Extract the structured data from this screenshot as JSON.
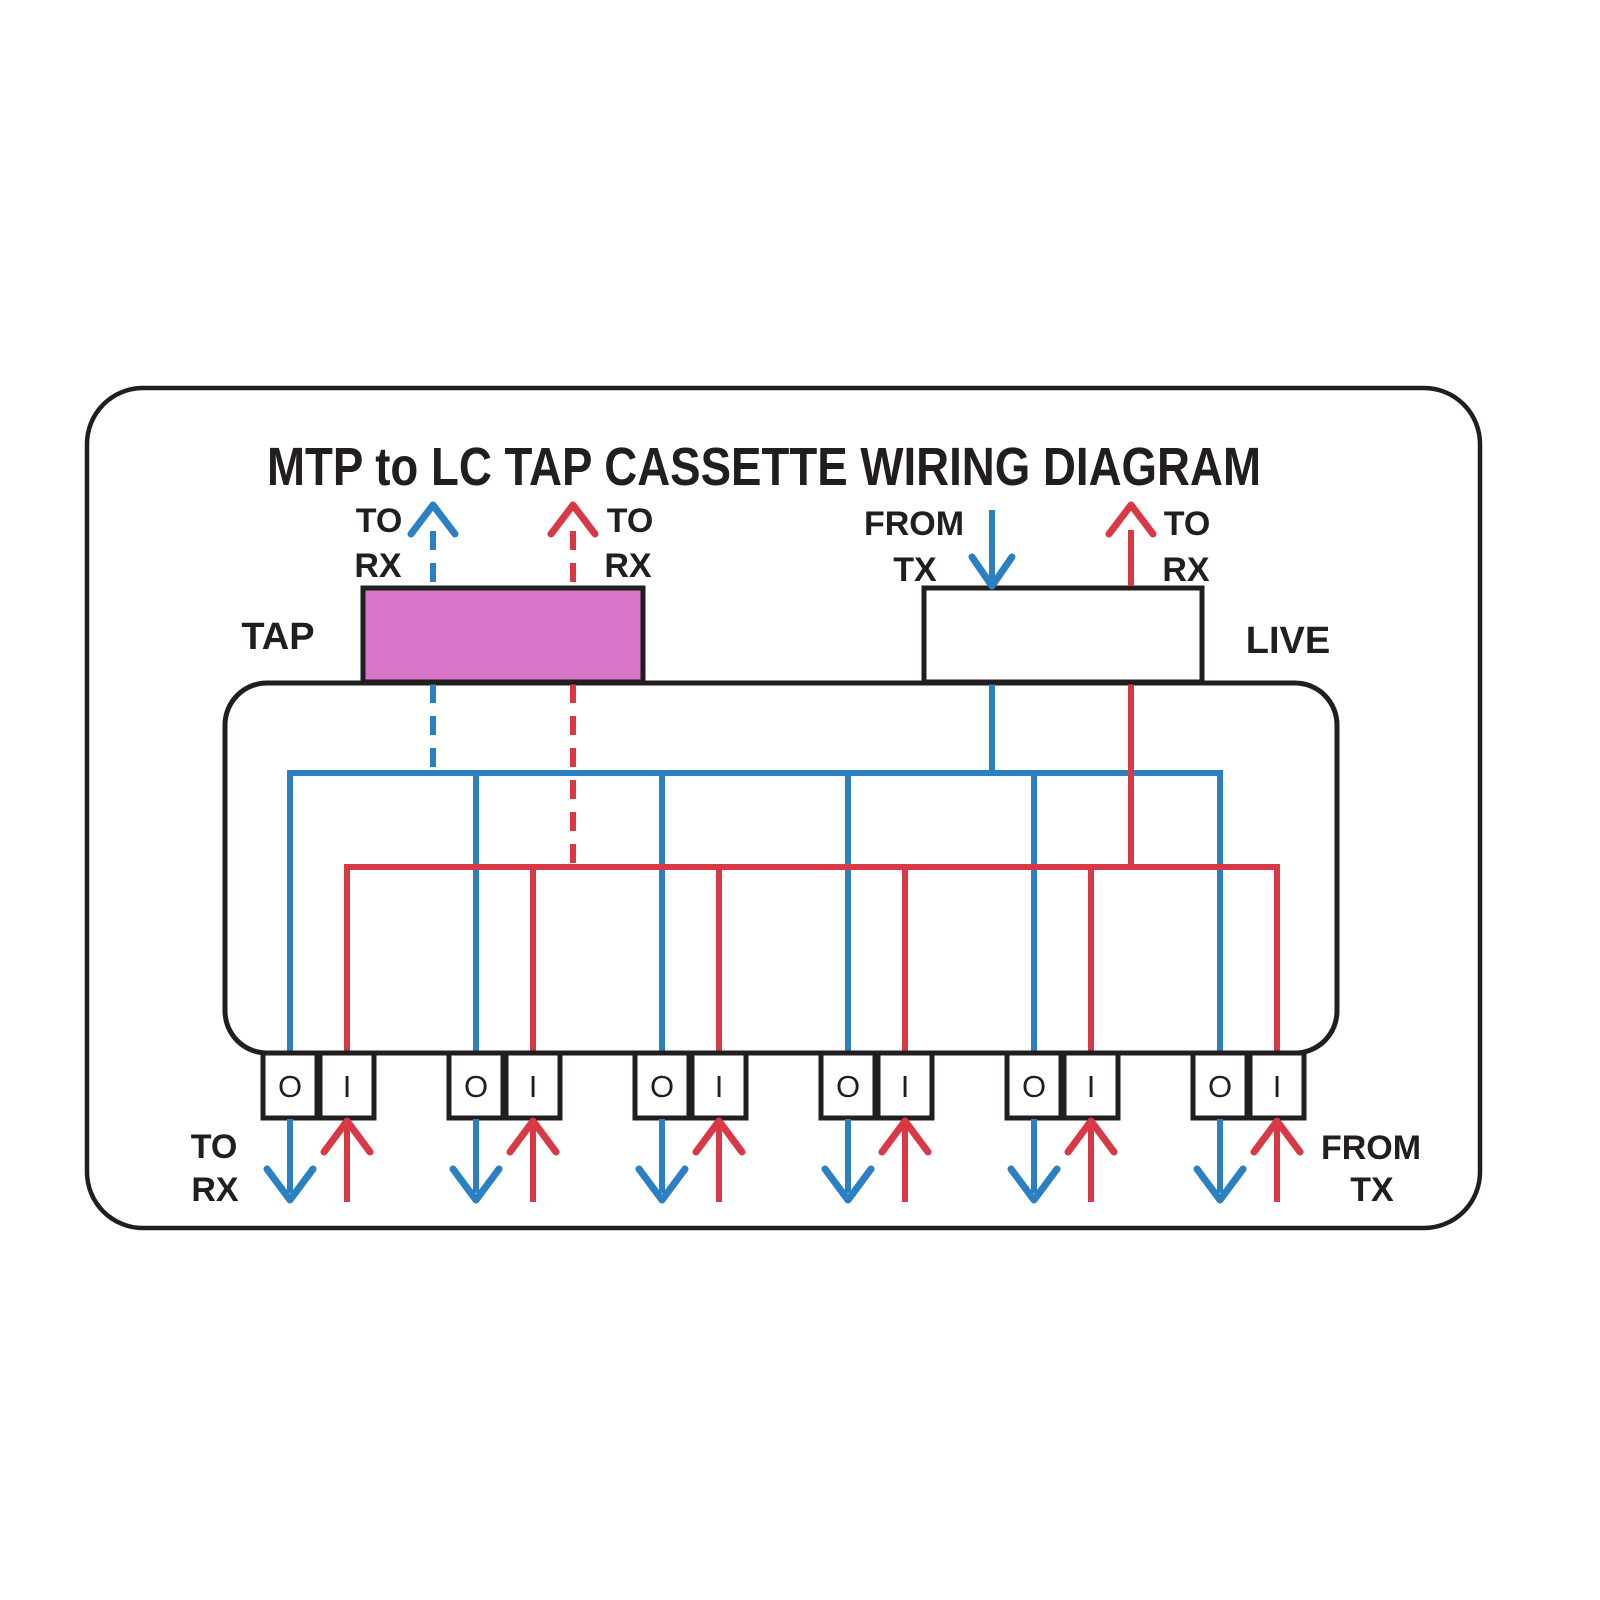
{
  "colors": {
    "paper": "#ffffff",
    "ink": "#221e1f",
    "blue": "#2b7fc3",
    "red": "#d93845",
    "magenta": "#d877c9"
  },
  "title": "MTP to LC TAP CASSETTE WIRING DIAGRAM",
  "tap": {
    "label": "TAP",
    "blue_arrow": {
      "line1": "TO",
      "line2": "RX"
    },
    "red_arrow": {
      "line1": "TO",
      "line2": "RX"
    }
  },
  "live": {
    "label": "LIVE",
    "blue_arrow": {
      "line1": "FROM",
      "line2": "TX"
    },
    "red_arrow": {
      "line1": "TO",
      "line2": "RX"
    }
  },
  "bottom_left": {
    "line1": "TO",
    "line2": "RX"
  },
  "bottom_right": {
    "line1": "FROM",
    "line2": "TX"
  },
  "ports": [
    {
      "out_label": "O",
      "in_label": "I"
    },
    {
      "out_label": "O",
      "in_label": "I"
    },
    {
      "out_label": "O",
      "in_label": "I"
    },
    {
      "out_label": "O",
      "in_label": "I"
    },
    {
      "out_label": "O",
      "in_label": "I"
    },
    {
      "out_label": "O",
      "in_label": "I"
    }
  ]
}
